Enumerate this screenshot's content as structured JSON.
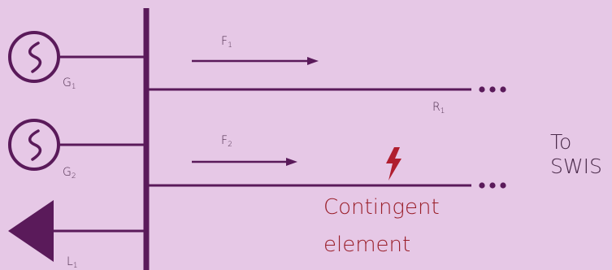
{
  "labels": {
    "g1": "G",
    "g1_sub": "1",
    "g2": "G",
    "g2_sub": "2",
    "l1": "L",
    "l1_sub": "1",
    "f1": "F",
    "f1_sub": "1",
    "f2": "F",
    "f2_sub": "2",
    "r1": "R",
    "r1_sub": "1",
    "to": "To",
    "swis": "SWIS",
    "contingent_line1": "Contingent",
    "contingent_line2": "element"
  },
  "colors": {
    "background": "#e6c8e6",
    "line": "#5a1a5a",
    "fault": "#b01e2e",
    "contingent_text": "#9a1f2a"
  },
  "icons": {
    "generator": "ac-source-circle-icon",
    "load": "load-triangle-icon",
    "fault": "lightning-bolt-icon",
    "continuation": "ellipsis-dots-icon"
  }
}
